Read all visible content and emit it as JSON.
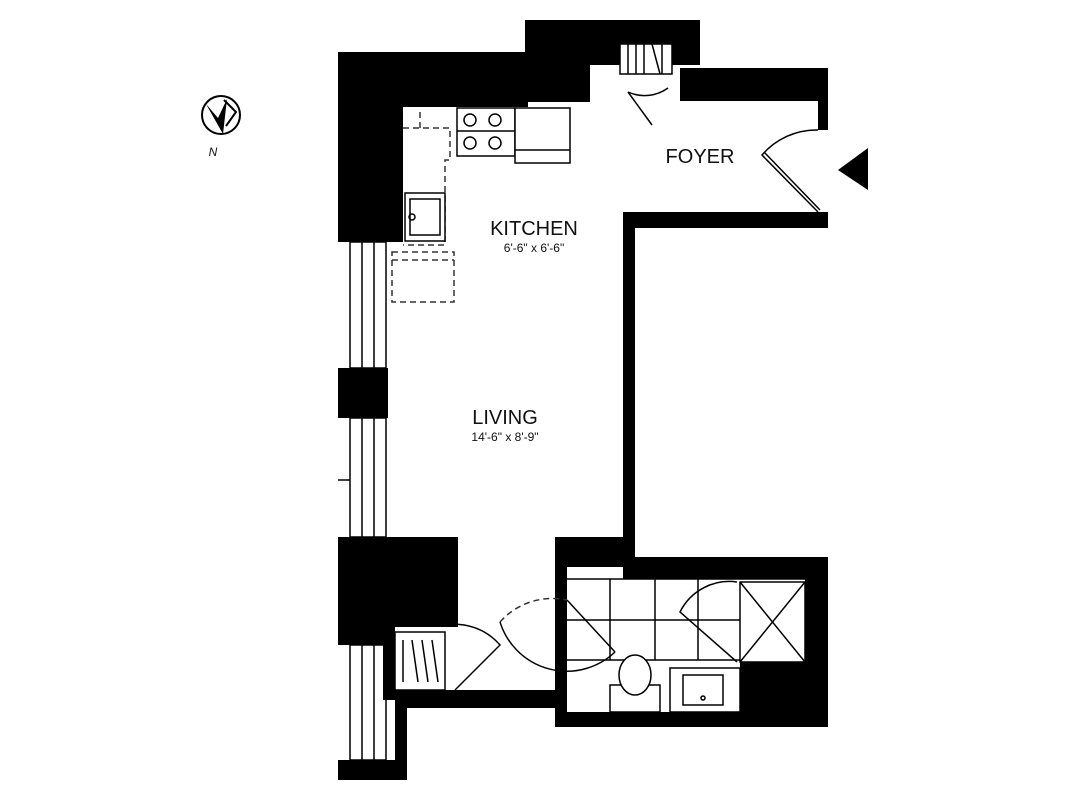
{
  "compass": {
    "label": "N"
  },
  "rooms": {
    "foyer": {
      "name": "FOYER"
    },
    "kitchen": {
      "name": "KITCHEN",
      "dimensions": "6'-6\" x 6'-6\""
    },
    "living": {
      "name": "LIVING",
      "dimensions": "14'-6\" x 8'-9\""
    }
  }
}
